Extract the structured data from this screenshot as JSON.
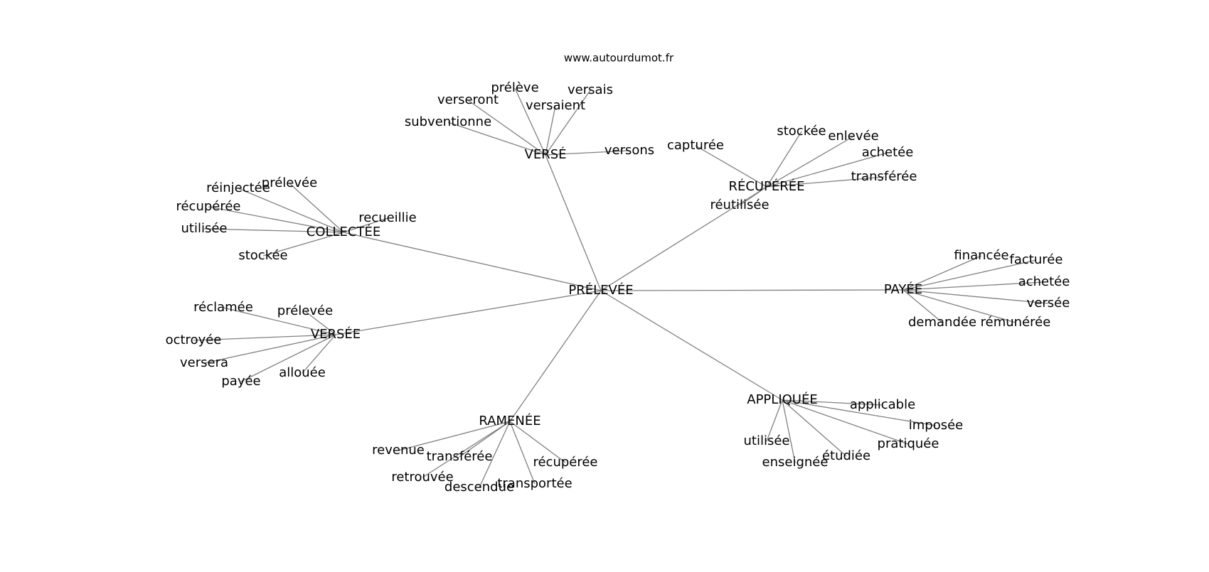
{
  "site": "www.autourdumot.fr",
  "graph": {
    "center": "PRÉLEVÉE",
    "clusters": [
      {
        "key": "verse_m",
        "label": "VERSÉ",
        "words": [
          "prélève",
          "versais",
          "verseront",
          "versaient",
          "subventionne",
          "versons"
        ]
      },
      {
        "key": "recuperee",
        "label": "RÉCUPÉRÉE",
        "words": [
          "capturée",
          "stockée",
          "enlevée",
          "achetée",
          "transférée",
          "réutilisée"
        ]
      },
      {
        "key": "collectee",
        "label": "COLLECTÉE",
        "words": [
          "réinjectée",
          "prélevée",
          "récupérée",
          "recueillie",
          "utilisée",
          "stockée"
        ]
      },
      {
        "key": "payee",
        "label": "PAYÉE",
        "words": [
          "financée",
          "facturée",
          "achetée",
          "versée",
          "demandée",
          "rémunérée"
        ]
      },
      {
        "key": "versee",
        "label": "VERSÉE",
        "words": [
          "réclamée",
          "prélevée",
          "octroyée",
          "versera",
          "payée",
          "allouée"
        ]
      },
      {
        "key": "appliquee",
        "label": "APPLIQUÉE",
        "words": [
          "applicable",
          "imposée",
          "pratiquée",
          "utilisée",
          "étudiée",
          "enseignée"
        ]
      },
      {
        "key": "ramenee",
        "label": "RAMENÉE",
        "words": [
          "revenue",
          "transférée",
          "récupérée",
          "retrouvée",
          "descendue",
          "transportée"
        ]
      }
    ]
  }
}
